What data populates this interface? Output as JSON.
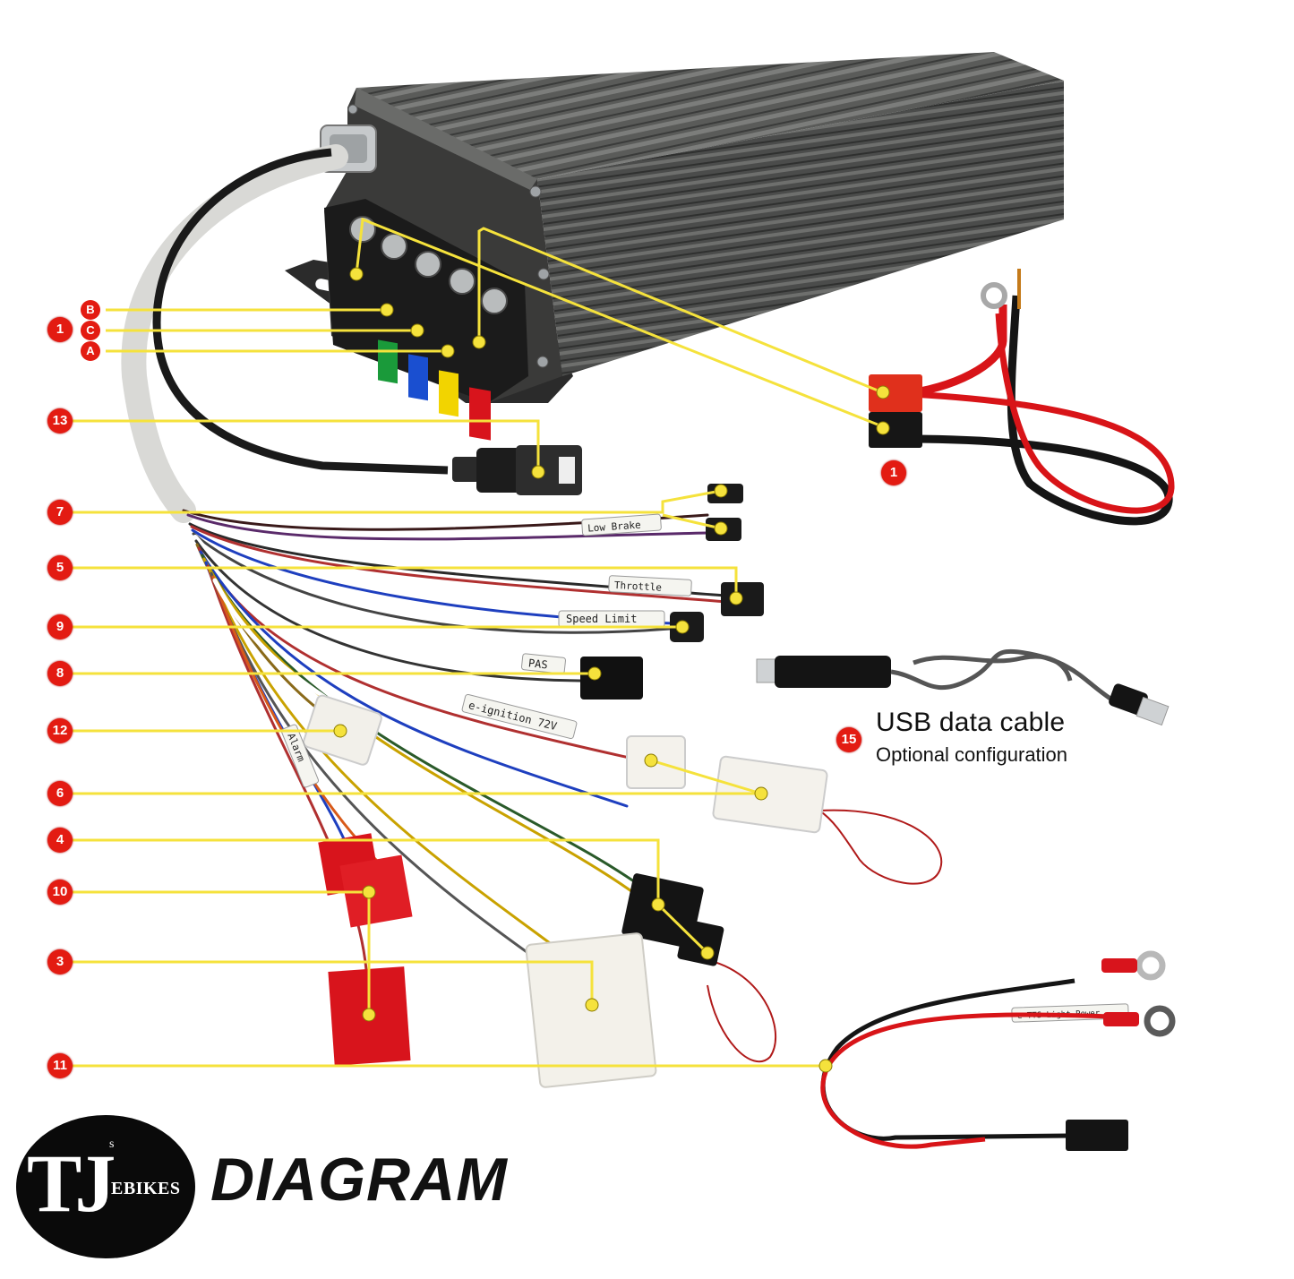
{
  "callouts": [
    "1",
    "13",
    "7",
    "5",
    "9",
    "8",
    "12",
    "6",
    "4",
    "10",
    "3",
    "11",
    "1",
    "15"
  ],
  "phase_letters": [
    "B",
    "C",
    "A"
  ],
  "wire_tags": [
    "Low Brake",
    "Throttle",
    "Speed Limit",
    "PAS",
    "e-ignition 72V",
    "Alarm",
    "e-TTS Light Power"
  ],
  "usb": {
    "title": "USB data cable",
    "subtitle": "Optional configuration"
  },
  "footer": {
    "logo_main": "TJ",
    "logo_sup": "s",
    "logo_text": "EBIKES",
    "heading": "DIAGRAM"
  },
  "colors": {
    "badge": "#e31b12",
    "leader": "#f5e23c",
    "housing": "#4a4b4a",
    "phase_green": "#1a9a3a",
    "phase_blue": "#1a4fd0",
    "phase_yellow": "#f2d400",
    "power_red": "#d8141c"
  }
}
